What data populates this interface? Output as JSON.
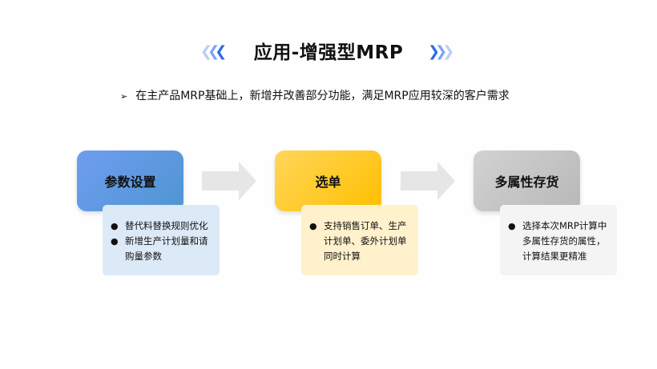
{
  "header": {
    "title": "应用-增强型MRP",
    "left_chevrons": "«",
    "right_chevrons": "»"
  },
  "subtitle": {
    "bullet": "➢",
    "text": "在主产品MRP基础上，新增并改善部分功能，满足MRP应用较深的客户需求"
  },
  "steps": [
    {
      "label": "参数设置",
      "items": [
        "替代料替换规则优化",
        "新增生产计划量和请购量参数"
      ]
    },
    {
      "label": "选单",
      "items": [
        "支持销售订单、生产计划单、委外计划单同时计算"
      ]
    },
    {
      "label": "多属性存货",
      "items": [
        "选择本次MRP计算中多属性存货的属性，计算结果更精准"
      ]
    }
  ],
  "colors": {
    "blue": "#5a98e0",
    "yellow": "#ffc61f",
    "gray": "#c4c4c4",
    "chevron": "#2f6ae8"
  }
}
